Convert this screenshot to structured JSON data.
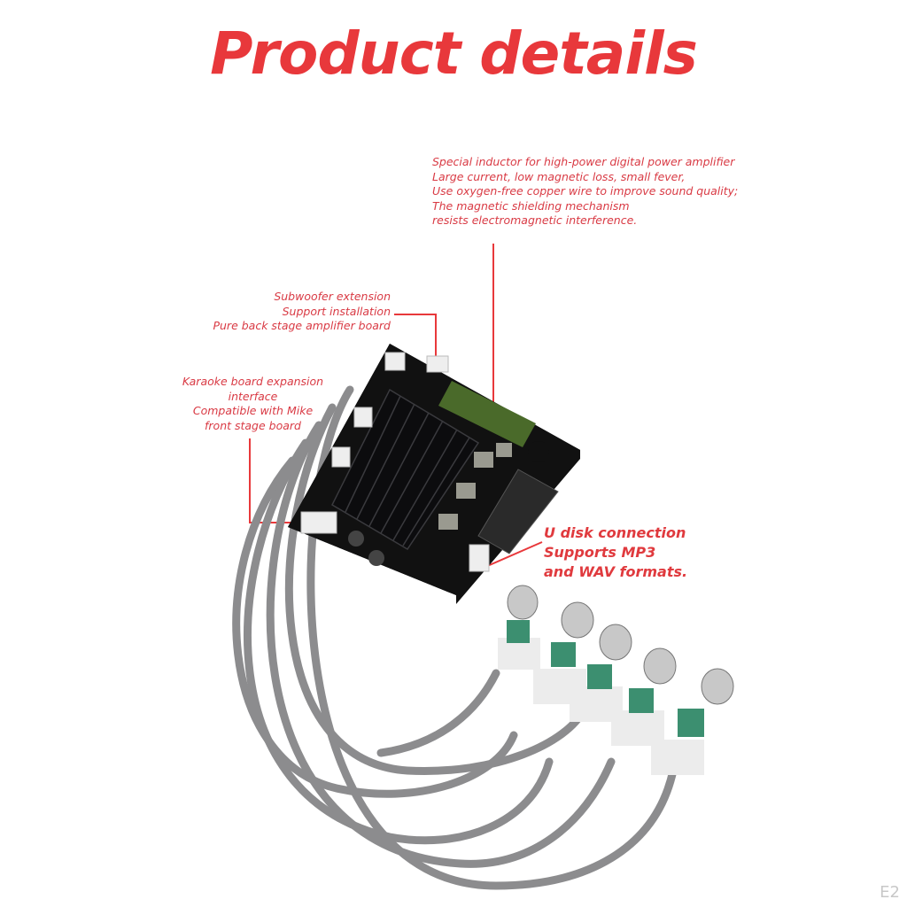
{
  "title": "Product details",
  "callouts": {
    "inductor": {
      "lines": [
        "Special inductor for high-power digital power amplifier",
        "Large current, low magnetic loss, small fever,",
        "Use oxygen-free copper wire to improve sound quality;",
        "The magnetic shielding mechanism",
        "resists electromagnetic interference."
      ]
    },
    "subwoofer": {
      "lines": [
        "Subwoofer extension",
        "Support installation",
        "Pure back stage amplifier board"
      ]
    },
    "karaoke": {
      "lines": [
        "Karaoke board expansion",
        "interface",
        "Compatible with Mike",
        "front stage board"
      ]
    },
    "udisk": {
      "lines": [
        "U disk connection",
        "Supports MP3",
        "and WAV formats."
      ]
    }
  },
  "watermark": "E2",
  "colors": {
    "accent": "#e8383b",
    "board": "#1e1e20",
    "cable": "#8a8a8c"
  }
}
